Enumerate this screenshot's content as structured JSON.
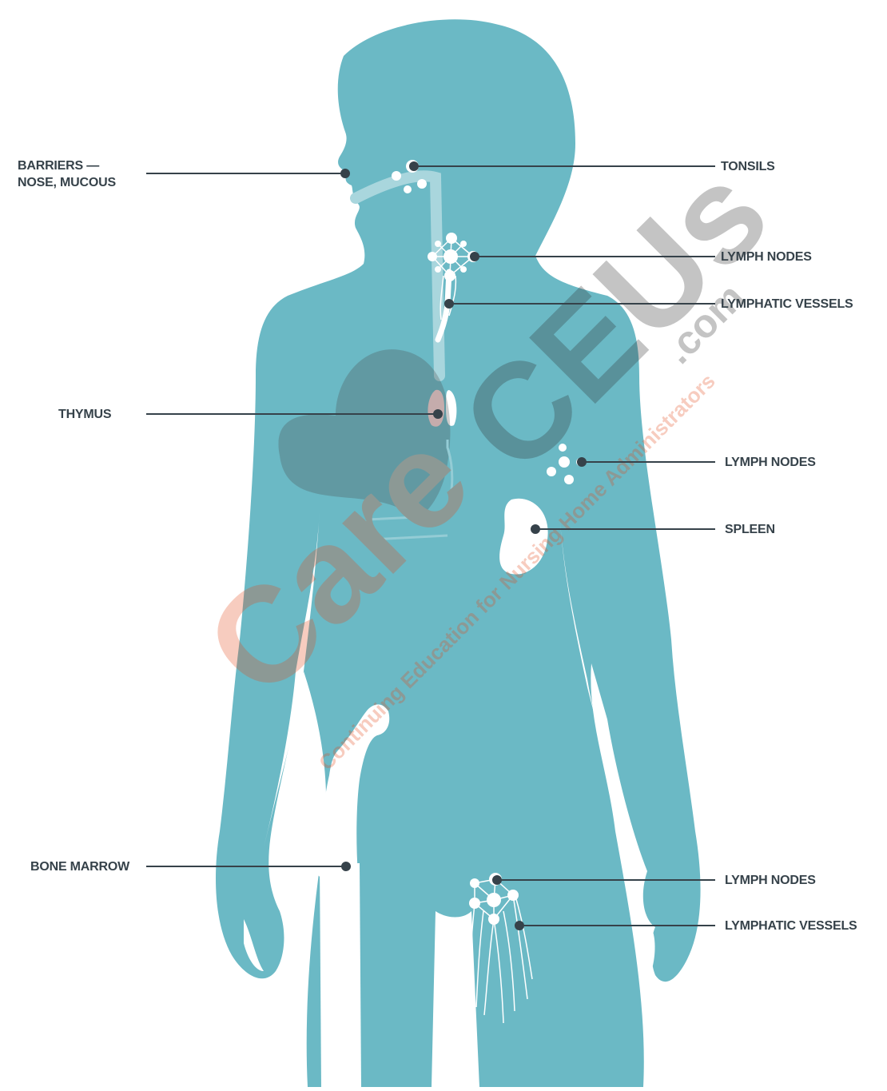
{
  "colors": {
    "body": "#6bb9c5",
    "organ": "#ffffff",
    "thymus": "#f6d3d3",
    "leader_line": "#36424a",
    "label_text": "#36424a",
    "watermark": "#4a4a4a"
  },
  "labels": {
    "barriers": [
      "BARRIERS —",
      "NOSE, MUCOUS"
    ],
    "tonsils": "TONSILS",
    "lymph_nodes_neck": "LYMPH NODES",
    "lymphatic_vessels_neck": "LYMPHATIC VESSELS",
    "thymus": "THYMUS",
    "lymph_nodes_armpit": "LYMPH NODES",
    "spleen": "SPLEEN",
    "bone_marrow": "BONE MARROW",
    "lymph_nodes_groin": "LYMPH NODES",
    "lymphatic_vessels_groin": "LYMPHATIC VESSELS"
  },
  "watermark": {
    "brand_care": "Care",
    "brand_ceus": "CEUs",
    "brand_com": ".com",
    "tagline": "Continuing Education for Nursing Home Administrators"
  }
}
